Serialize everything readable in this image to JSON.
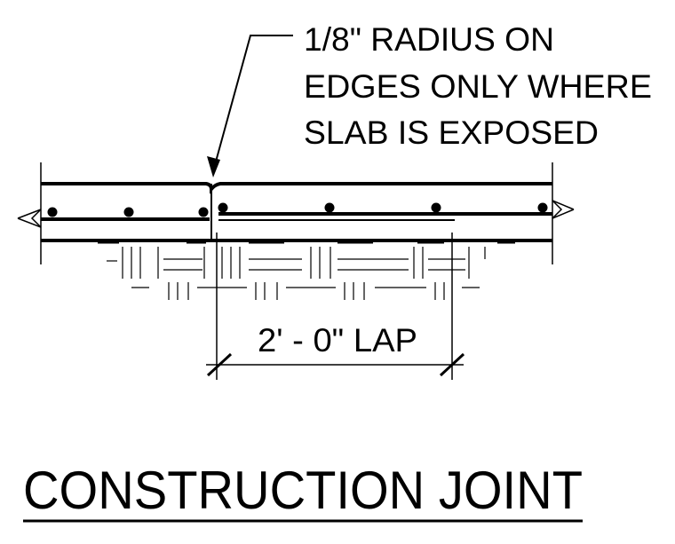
{
  "callout": {
    "lines": [
      "1/8\" RADIUS ON",
      "EDGES ONLY WHERE",
      "SLAB IS EXPOSED"
    ]
  },
  "dimension": {
    "label": "2' - 0\" LAP"
  },
  "title": "CONSTRUCTION JOINT",
  "colors": {
    "ink": "#000000",
    "background": "#ffffff"
  }
}
